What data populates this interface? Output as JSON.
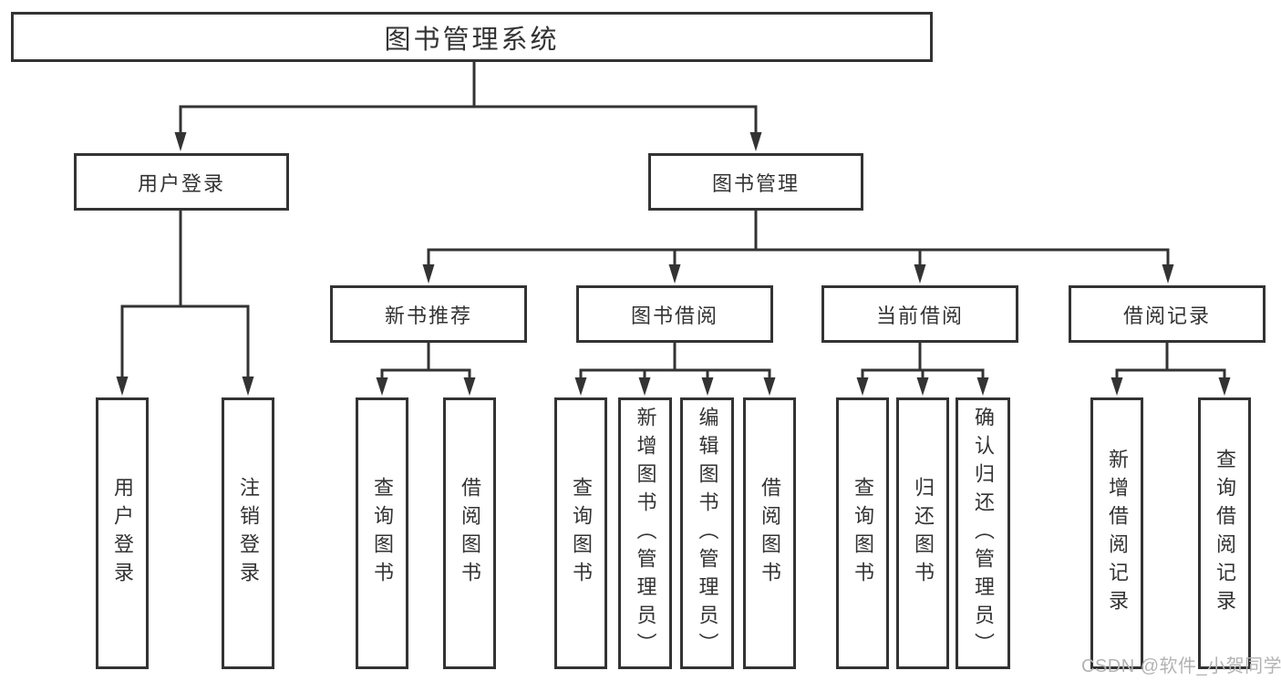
{
  "diagram": {
    "root": {
      "label": "图书管理系统"
    },
    "level2": [
      {
        "label": "用户登录"
      },
      {
        "label": "图书管理"
      }
    ],
    "level3": [
      {
        "label": "新书推荐"
      },
      {
        "label": "图书借阅"
      },
      {
        "label": "当前借阅"
      },
      {
        "label": "借阅记录"
      }
    ],
    "leaves": {
      "user_login": [
        "用户登录",
        "注销登录"
      ],
      "new_book_recommend": [
        "查询图书",
        "借阅图书"
      ],
      "book_borrowing": [
        "查询图书",
        "新增图书（管理员）",
        "编辑图书（管理员）",
        "借阅图书"
      ],
      "current_borrowing": [
        "查询图书",
        "归还图书",
        "确认归还（管理员）"
      ],
      "borrowing_records": [
        "新增借阅记录",
        "查询借阅记录"
      ]
    }
  },
  "watermark": {
    "text": "CSDN @软件_小贺同学",
    "color": "#b3b3b3"
  },
  "colors": {
    "line": "#333333",
    "text": "#333333",
    "background": "#ffffff"
  }
}
